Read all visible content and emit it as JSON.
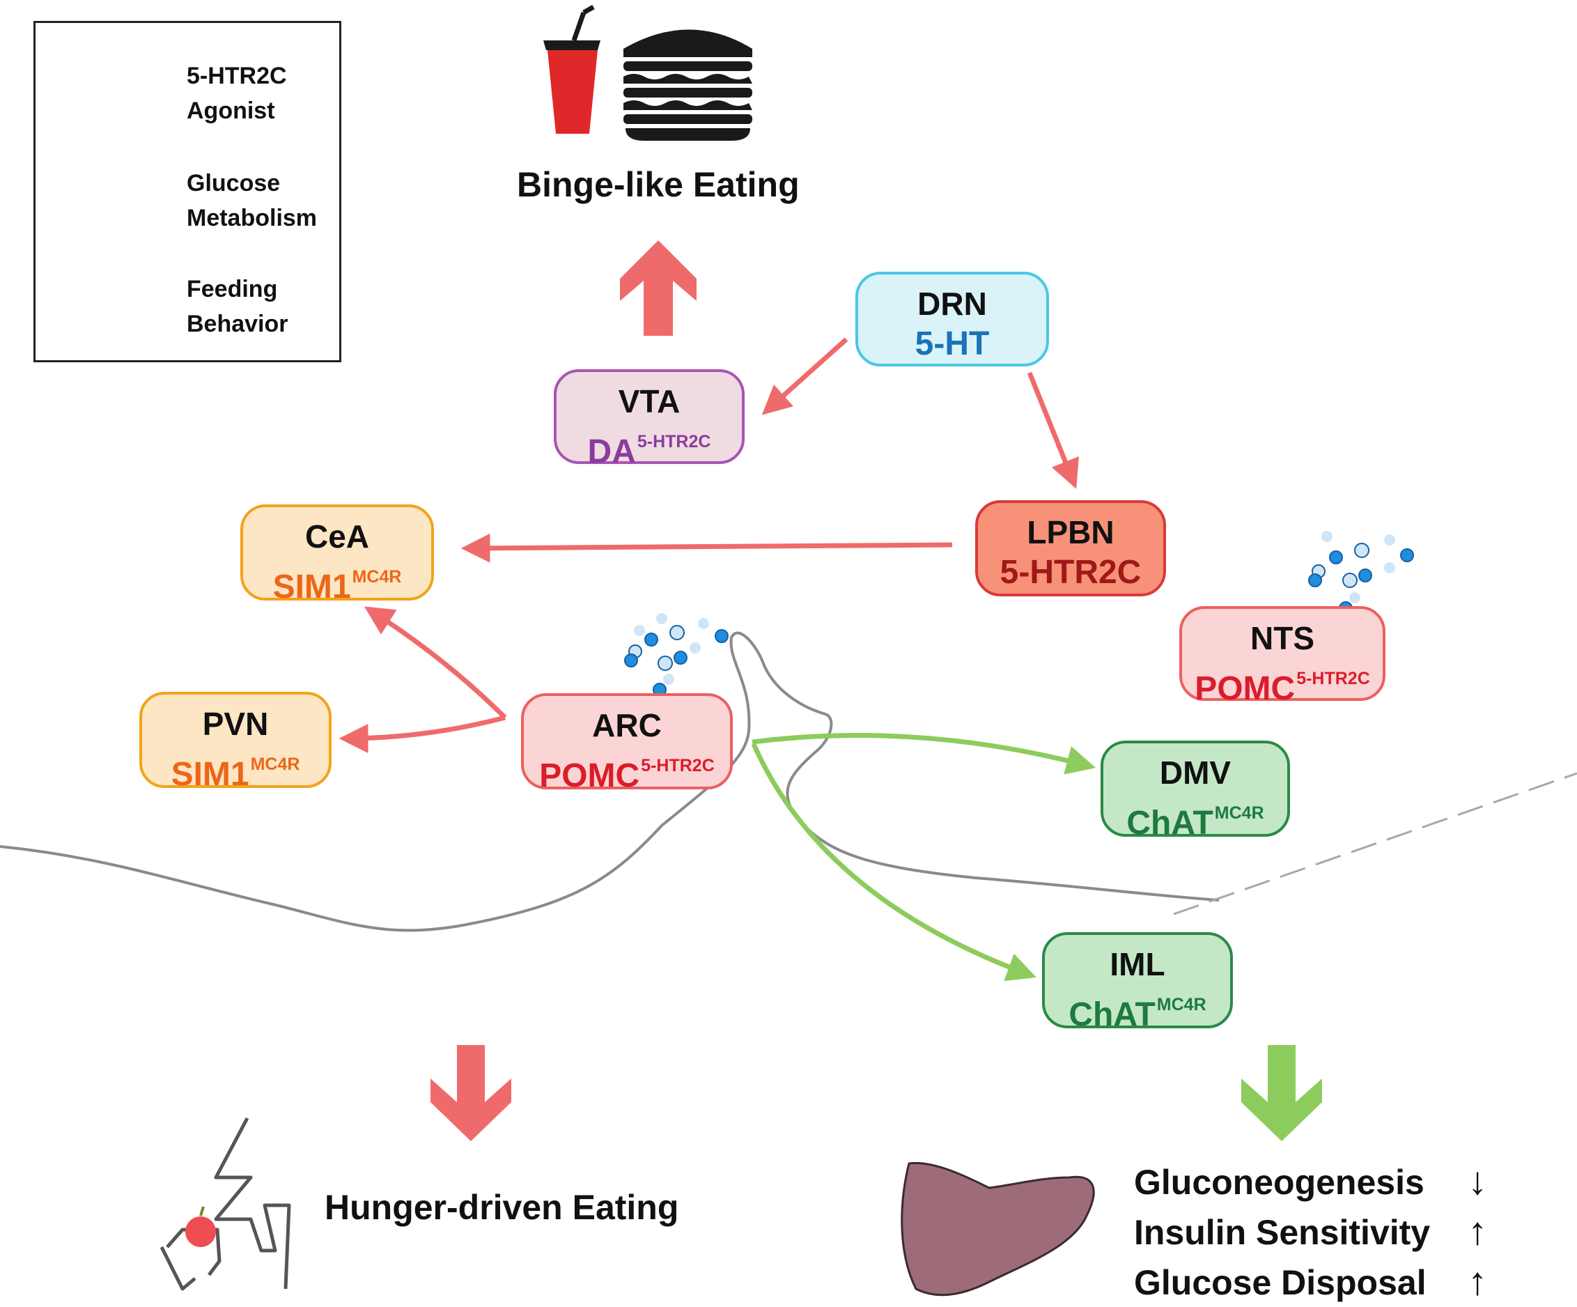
{
  "legend": {
    "agonist_label_1": "5-HTR2C",
    "agonist_label_2": "Agonist",
    "glucose_label_1": "Glucose",
    "glucose_label_2": "Metabolism",
    "feeding_label_1": "Feeding",
    "feeding_label_2": "Behavior"
  },
  "colors": {
    "feeding_arrow": "#ef6b6b",
    "glucose_arrow": "#8ccc5c",
    "agonist_dark": "#1f8de0",
    "agonist_light": "#cfe6f8"
  },
  "top": {
    "binge_label": "Binge-like Eating"
  },
  "nodes": {
    "drn": {
      "name": "DRN",
      "marker": "5-HT",
      "sup": ""
    },
    "vta": {
      "name": "VTA",
      "marker": "DA",
      "sup": "5-HTR2C"
    },
    "lpbn": {
      "name": "LPBN",
      "marker": "5-HTR2C",
      "sup": ""
    },
    "cea": {
      "name": "CeA",
      "marker": "SIM1",
      "sup": "MC4R"
    },
    "pvn": {
      "name": "PVN",
      "marker": "SIM1",
      "sup": "MC4R"
    },
    "arc": {
      "name": "ARC",
      "marker": "POMC",
      "sup": "5-HTR2C"
    },
    "nts": {
      "name": "NTS",
      "marker": "POMC",
      "sup": "5-HTR2C"
    },
    "dmv": {
      "name": "DMV",
      "marker": "ChAT",
      "sup": "MC4R"
    },
    "iml": {
      "name": "IML",
      "marker": "ChAT",
      "sup": "MC4R"
    }
  },
  "bottom": {
    "hunger_label": "Hunger-driven Eating",
    "outcomes": [
      {
        "label": "Gluconeogenesis",
        "arrow": "↓"
      },
      {
        "label": "Insulin Sensitivity",
        "arrow": "↑"
      },
      {
        "label": "Glucose Disposal",
        "arrow": "↑"
      }
    ]
  }
}
